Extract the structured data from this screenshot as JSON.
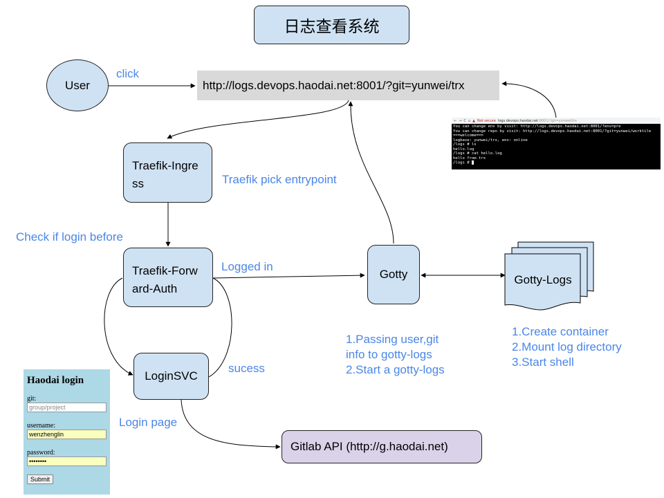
{
  "title": "日志查看系统",
  "nodes": {
    "user": "User",
    "url": "http://logs.devops.haodai.net:8001/?git=yunwei/trx",
    "traefik_ingress": "Traefik-Ingress",
    "traefik_forward_auth": "Traefik-Forward-Auth",
    "gotty": "Gotty",
    "gotty_logs": "Gotty-Logs",
    "login_svc": "LoginSVC",
    "gitlab_api": "Gitlab API (http://g.haodai.net)"
  },
  "labels": {
    "click": "click",
    "traefik_pick": "Traefik pick entrypoint",
    "check_login": "Check if login before",
    "logged_in": "Logged in",
    "success": "sucess",
    "login_page": "Login page"
  },
  "notes": {
    "gotty_steps": [
      "1.Passing user,git",
      "info to gotty-logs",
      "2.Start a gotty-logs"
    ],
    "gotty_logs_steps": [
      "1.Create container",
      "2.Mount log directory",
      "3.Start shell"
    ]
  },
  "terminal": {
    "warning": "Not secure",
    "address": "logs.devops.haodai.net",
    "address_path": ":8001/?git=yunwei/trx",
    "lines": [
      "You can change env by visit: http://logs.devops.haodai.net:8001/?env=pre",
      "You can change repo by visit: http://logs.devops.haodai.net:8001/?git=yunwei/worktile",
      "===welcome===",
      "logbase: yunwei/trx, env: online",
      "/logs # ls",
      "hello.log",
      "/logs # cat hello.log",
      "hello from trx",
      "/logs # "
    ]
  },
  "login_form": {
    "title": "Haodai login",
    "git_label": "git:",
    "git_placeholder": "group/project",
    "username_label": "username:",
    "username_value": "wenzhenglin",
    "password_label": "password:",
    "password_value": "••••••••",
    "submit": "Submit"
  }
}
